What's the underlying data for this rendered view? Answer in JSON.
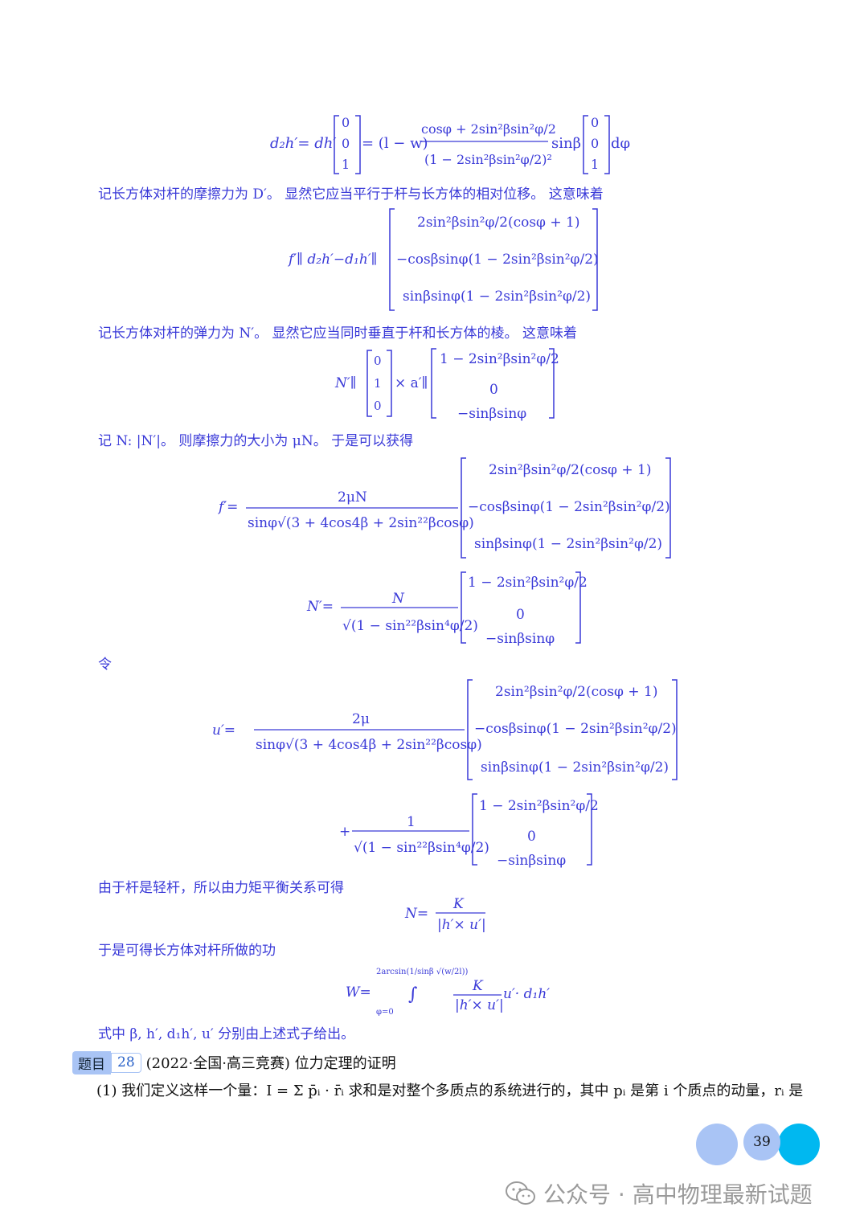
{
  "text_lines": {
    "l1": "记长方体对杆的摩擦力为 D′。 显然它应当平行于杆与长方体的相对位移。 这意味着",
    "l2": "记长方体对杆的弹力为 N′。 显然它应当同时垂直于杆和长方体的棱。 这意味着",
    "l3": "记 N: |N′|。 则摩擦力的大小为 μN。 于是可以获得",
    "l4": "令",
    "l5": "由于杆是轻杆，所以由力矩平衡关系可得",
    "l6": "于是可得长方体对杆所做的功",
    "l7": "式中 β, h′, d₁h′, u′ 分别由上述式子给出。"
  },
  "problem": {
    "label": "题目",
    "number": "28",
    "title": "(2022·全国·高三竞赛) 位力定理的证明",
    "para": "(1) 我们定义这样一个量：I = Σ p̄ᵢ · r̄ᵢ 求和是对整个多质点的系统进行的，其中 pᵢ 是第 i 个质点的动量，rᵢ 是"
  },
  "page_number": "39",
  "watermark": "公众号 · 高中物理最新试题",
  "colors": {
    "text_blue": "#3a3ad8",
    "tag_fill": "#a9c4f5",
    "circle_left": "#a9c4f5",
    "circle_right": "#00b8f0"
  }
}
